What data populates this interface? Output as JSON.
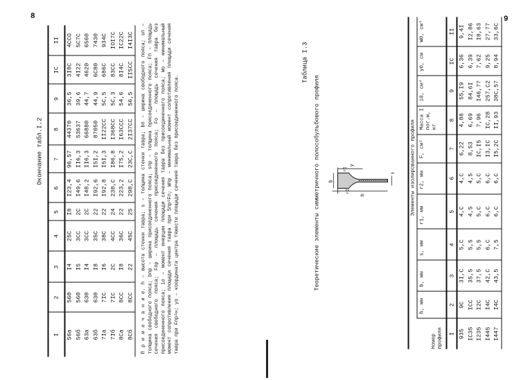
{
  "left_page": {
    "page_number": "8",
    "title": "Окончание табл.I.2",
    "columns": [
      "I",
      "2",
      "3",
      "4",
      "5",
      "6",
      "7",
      "8",
      "9",
      "IC",
      "II"
    ],
    "rows": [
      [
        "56а",
        "560",
        "I4",
        "25C",
        "I8",
        "I23,4",
        "96,57",
        "44370",
        "36,5",
        "3I8C",
        "4CCO"
      ],
      [
        "56б",
        "560",
        "I5",
        "3CC",
        "2C",
        "I49,6",
        "II6,3",
        "53637",
        "39,6",
        "4I22",
        "5C7C"
      ],
      [
        "63а",
        "630",
        "I4",
        "3CC",
        "2C",
        "I48,2",
        "II6,3",
        "66880",
        "44,7",
        "4620",
        "6560"
      ],
      [
        "63б",
        "630",
        "I8",
        "35C",
        "22",
        "I92,6",
        "I5I,2",
        "87050",
        "44,9",
        "6C80",
        "7430"
      ],
      [
        "7Iа",
        "7IC",
        "I6",
        "38C",
        "22",
        "I92,8",
        "I5I,3",
        "II22CC",
        "5C,5",
        "686C",
        "934C"
      ],
      [
        "7Iб",
        "7IC",
        "2C",
        "4CC",
        "24",
        "238,C",
        "I86,8",
        "I368CC",
        "5C,3",
        "83CC",
        "IOI7C"
      ],
      [
        "8Cа",
        "8CC",
        "I8",
        "36C",
        "22",
        "223,2",
        "I75,2",
        "I63CCC",
        "54,6",
        "8I4C",
        "IC22C"
      ],
      [
        "8Cб",
        "8CC",
        "22",
        "45C",
        "25",
        "298,C",
        "23C,C",
        "2I37CC",
        "56,5",
        "II5CC",
        "I4I3C"
      ]
    ],
    "notes": "П р и м е ч а н и е. h – высота стенки тавра; s – толщина стенки тавра; bп – ширина свободного пояса; sп – толщина свободного пояса; bпр – ширина присоединенного пояса; sпр – толщина присоединенного пояса; Fп – площадь сечения свободного пояса; Fпр – площадь сечения присоединенного пояса; Fо – площадь сечения тавра без присоединенного пояса; iо – момент инерции площади сечения тавра без присоединенного пояса; Wо – минимальный момент сопротивления площади сечения тавра при Sпр=Fп; Wпр – минимальный момент сопротивления площади сечения тавра при Fпр=∞; yо – координата центра тяжести площади сечения тавра без присоединенного пояса."
  },
  "right_page": {
    "page_number": "9",
    "table_label": "Таблица I.3",
    "subtitle": "Теоретические элементы симметричного полособульбового профиля",
    "group_header": "Элементы изолированного профиля",
    "headers": [
      "Номер профиля",
      "h, мм",
      "b, мм",
      "s, мм",
      "r1, мм",
      "r2, мм",
      "F, см²",
      "Масса I пог.м, кг",
      "i0, см⁴",
      "y0, см",
      "W0, см³"
    ],
    "column_numbers": [
      "I",
      "2",
      "3",
      "4",
      "5",
      "6",
      "7",
      "8",
      "9",
      "IC",
      "II"
    ],
    "rows": [
      [
        "935",
        "9C",
        "3I,C",
        "5,C",
        "4,C",
        "4,C",
        "6,22",
        "4,88",
        "55,I9",
        "6,36",
        "9,4I"
      ],
      [
        "IC35",
        "ICC",
        "35,5",
        "5,5",
        "4,5",
        "4,5",
        "8,53",
        "6,69",
        "84,6I",
        "6,39",
        "I2,86"
      ],
      [
        "I235",
        "I2C",
        "37,5",
        "5,5",
        "5,C",
        "5,C",
        "IC,I5",
        "7,96",
        "I46,77",
        "7,62",
        "I8,63"
      ],
      [
        "I445",
        "I4C",
        "42,C",
        "6,C",
        "6,C",
        "6,C",
        "I3,IC",
        "IC,28",
        "257,C2",
        "9,25",
        "27,77"
      ],
      [
        "I447",
        "I4C",
        "43,5",
        "7,5",
        "6,C",
        "6,C",
        "I5,2C",
        "II,93",
        "38C,57",
        "8,94",
        "33,6C"
      ]
    ],
    "diagram_labels": {
      "b": "b",
      "h": "h",
      "s": "s",
      "r1": "r1",
      "r2": "r2",
      "y": "y"
    }
  }
}
